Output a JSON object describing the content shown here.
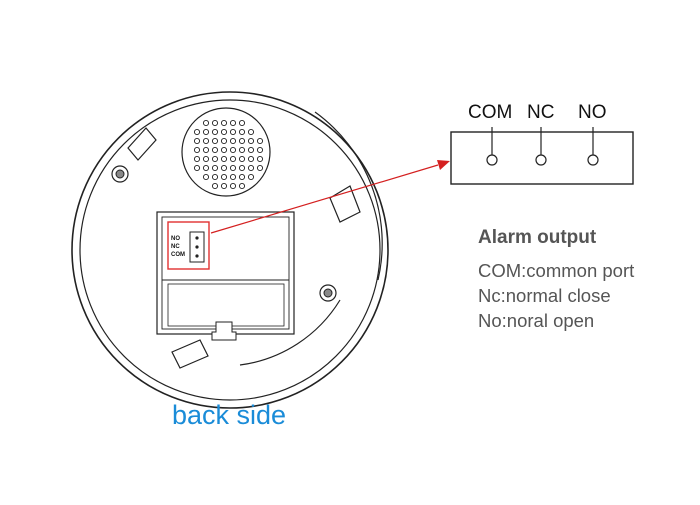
{
  "terminals": {
    "com": "COM",
    "nc": "NC",
    "no": "NO"
  },
  "pcb_labels": {
    "no": "NO",
    "nc": "NC",
    "com": "COM"
  },
  "alarm": {
    "title": "Alarm output",
    "lines": [
      "COM:common port",
      "Nc:normal close",
      "No:noral open"
    ]
  },
  "caption": "back side",
  "colors": {
    "caption": "#1a8cd8",
    "arrow": "#d42020",
    "highlight": "#e03030",
    "line": "#222222",
    "text": "#555555"
  }
}
